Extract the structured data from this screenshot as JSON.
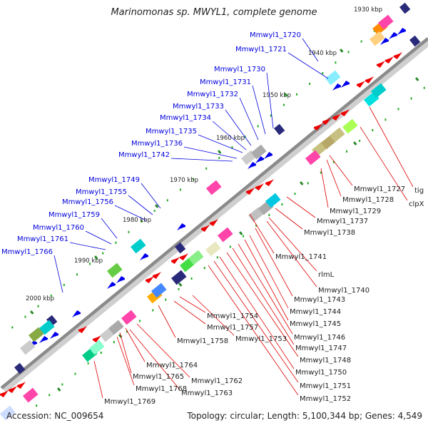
{
  "title": "Marinomonas sp. MWYL1, complete genome",
  "footer": {
    "accession": "Accession: NC_009654",
    "summary": "Topology: circular; Length: 5,100,344 bp; Genes: 4,549"
  },
  "colors": {
    "backbone": "#8a8a8a",
    "minus_label": "#0000dd",
    "plus_label": "#e00000",
    "minus_gene": "#0000ee",
    "plus_gene": "#ee0000",
    "tick": "#2a8a2a",
    "ruler_dot": "#22aa22"
  },
  "kbp_ticks": [
    "1930 kbp",
    "1940 kbp",
    "1950 kbp",
    "1960 kbp",
    "1970 kbp",
    "1980 kbp",
    "1990 kbp",
    "2000 kbp"
  ],
  "minus_labels": [
    "Mmwyl1_1720",
    "Mmwyl1_1721",
    "Mmwyl1_1730",
    "Mmwyl1_1731",
    "Mmwyl1_1732",
    "Mmwyl1_1733",
    "Mmwyl1_1734",
    "Mmwyl1_1735",
    "Mmwyl1_1736",
    "Mmwyl1_1742",
    "Mmwyl1_1749",
    "Mmwyl1_1755",
    "Mmwyl1_1756",
    "Mmwyl1_1759",
    "Mmwyl1_1760",
    "Mmwyl1_1761",
    "Mmwyl1_1766"
  ],
  "plus_labels": [
    "tig",
    "clpX",
    "Mmwyl1_1727",
    "Mmwyl1_1728",
    "Mmwyl1_1729",
    "Mmwyl1_1737",
    "Mmwyl1_1738",
    "Mmwyl1_1741",
    "rlmL",
    "Mmwyl1_1740",
    "Mmwyl1_1743",
    "Mmwyl1_1744",
    "Mmwyl1_1745",
    "Mmwyl1_1746",
    "Mmwyl1_1747",
    "Mmwyl1_1748",
    "Mmwyl1_1750",
    "Mmwyl1_1751",
    "Mmwyl1_1752",
    "Mmwyl1_1754",
    "Mmwyl1_1757",
    "Mmwyl1_1753",
    "Mmwyl1_1758",
    "Mmwyl1_1764",
    "Mmwyl1_1765",
    "Mmwyl1_1762",
    "Mmwyl1_1768",
    "Mmwyl1_1763",
    "Mmwyl1_1769"
  ]
}
